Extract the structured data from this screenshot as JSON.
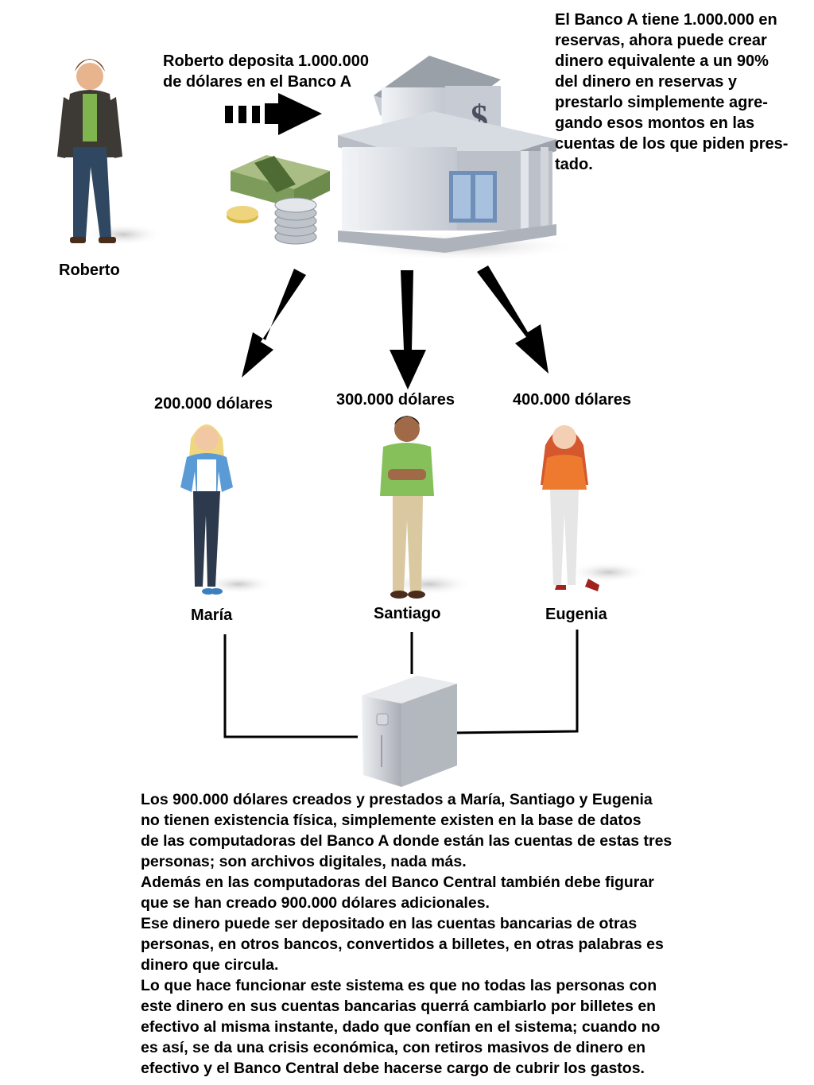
{
  "deposit_caption": {
    "line1": "Roberto deposita 1.000.000",
    "line2": "de dólares en el Banco A"
  },
  "bank_caption": "El Banco A tiene 1.000.000 en\nreservas, ahora puede crear\ndinero equivalente a un 90%\ndel dinero en reservas y\nprestarlo simplemente agre-\ngando esos montos en las\ncuentas de los que piden pres-\ntado.",
  "depositor": {
    "name": "Roberto"
  },
  "borrowers": [
    {
      "name": "María",
      "amount": "200.000 dólares"
    },
    {
      "name": "Santiago",
      "amount": "300.000 dólares"
    },
    {
      "name": "Eugenia",
      "amount": "400.000 dólares"
    }
  ],
  "icons": {
    "bank": "bank-building-icon",
    "money": "cash-stack-icon",
    "server": "computer-server-icon",
    "arrow": "arrow-icon"
  },
  "explanation": {
    "p1": "Los 900.000 dólares creados y prestados a María, Santiago y Eugenia\nno tienen existencia física, simplemente existen en la base de datos\nde las computadoras del Banco A donde están las cuentas de estas tres\npersonas; son archivos digitales, nada más.",
    "p2": "Además en las computadoras del Banco Central también debe figurar\nque se han creado 900.000 dólares adicionales.",
    "p3": "Ese dinero puede ser depositado en las cuentas bancarias de otras\npersonas, en otros bancos, convertidos a billetes, en otras palabras es\ndinero que circula.",
    "p4": "Lo que hace funcionar este sistema es que no todas las personas con\neste dinero en sus cuentas bancarias querrá cambiarlo por billetes en\nefectivo al misma instante, dado que confían en el sistema; cuando no\nes así, se da una crisis económica, con retiros masivos de dinero en\nefectivo y el Banco Central debe hacerse cargo de cubrir los gastos."
  },
  "colors": {
    "bank_wall": "#dfe3ea",
    "bank_roof": "#9aa0a8",
    "bill_green": "#7d9b5a",
    "coin_gold": "#d9b84a",
    "server_body": "#cfd2d8"
  }
}
